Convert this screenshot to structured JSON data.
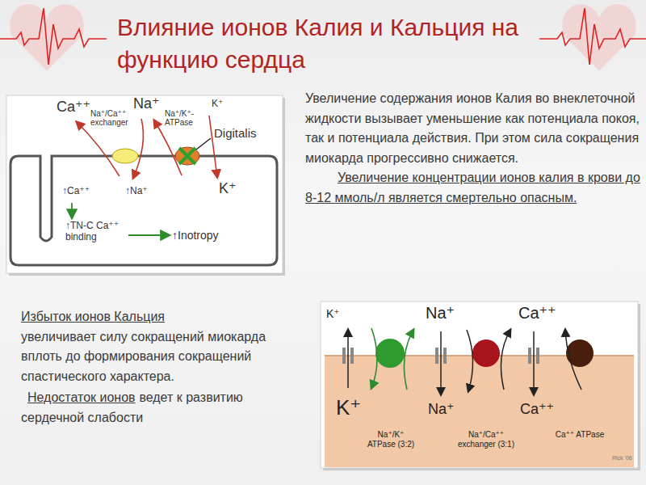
{
  "diagram": {
    "title": "Влияние ионов Калия и Кальция на функцию сердца",
    "nodes": [
      {
        "text": [
          "↑Ca⁺⁺",
          "↑Na⁺",
          "↑TN-C Ca⁺⁺ binding",
          "↑Inotropy",
          "K⁺"
        ]
      },
      {
        "text": [
          "K⁺",
          "Na⁺",
          "Ca⁺⁺",
          "Na⁺/K⁺ ATPase (3:2)",
          "Na⁺/Ca⁺⁺ exchanger (3:1)",
          "Ca⁺⁺ ATPase"
        ]
      }
    ],
    "labels": [
      "Ca⁺⁺",
      "Na⁺/Ca⁺⁺ exchanger",
      "Na⁺",
      "Na⁺/K⁺- ATPase",
      "K⁺",
      "Digitalis",
      "Увеличение содержания ионов Калия во внеклеточной жидкости вызывает уменьшение как потенциала покоя, так и потенциала действия. При этом сила сокращения миокарда прогрессивно снижается.",
      "Увеличение концентрации ионов калия в крови до 8-12 ммоль/л является смертельно опасным.",
      "Избыток ионов Кальция",
      "увеличивает силу сокращений миокарда вплоть до формирования сокращений спастического характера.",
      "Недостаток ионов",
      "ведет к развитию сердечной слабости",
      "K⁺",
      "Na⁺",
      "Ca⁺⁺",
      "Rick '06"
    ]
  }
}
